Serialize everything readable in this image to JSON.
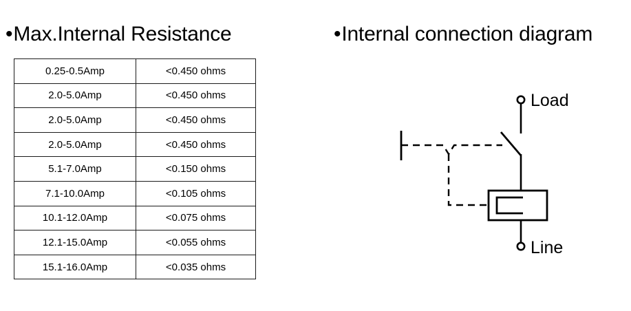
{
  "sections": {
    "resistance": {
      "bullet": "•",
      "title": "Max.Internal Resistance"
    },
    "diagram": {
      "bullet": "•",
      "title": "Internal connection diagram"
    }
  },
  "resistance_table": {
    "rows": [
      {
        "range": "0.25-0.5Amp",
        "value": "<0.450 ohms"
      },
      {
        "range": "2.0-5.0Amp",
        "value": "<0.450 ohms"
      },
      {
        "range": "2.0-5.0Amp",
        "value": "<0.450 ohms"
      },
      {
        "range": "2.0-5.0Amp",
        "value": "<0.450 ohms"
      },
      {
        "range": "5.1-7.0Amp",
        "value": "<0.150 ohms"
      },
      {
        "range": "7.1-10.0Amp",
        "value": "<0.105 ohms"
      },
      {
        "range": "10.1-12.0Amp",
        "value": "<0.075 ohms"
      },
      {
        "range": "12.1-15.0Amp",
        "value": "<0.055 ohms"
      },
      {
        "range": "15.1-16.0Amp",
        "value": "<0.035 ohms"
      }
    ]
  },
  "circuit": {
    "labels": {
      "load": "Load",
      "line": "Line"
    },
    "colors": {
      "ink": "#000000",
      "border": "#1a1a1a",
      "background": "#ffffff"
    },
    "elements": {
      "load_terminal": "open-circle-terminal",
      "line_terminal": "open-circle-terminal",
      "switch": "normally-open-contact",
      "coil": "relay-coil-box",
      "control_input": "dashed-control-line",
      "input_terminal": "vertical-bar-terminal"
    }
  }
}
